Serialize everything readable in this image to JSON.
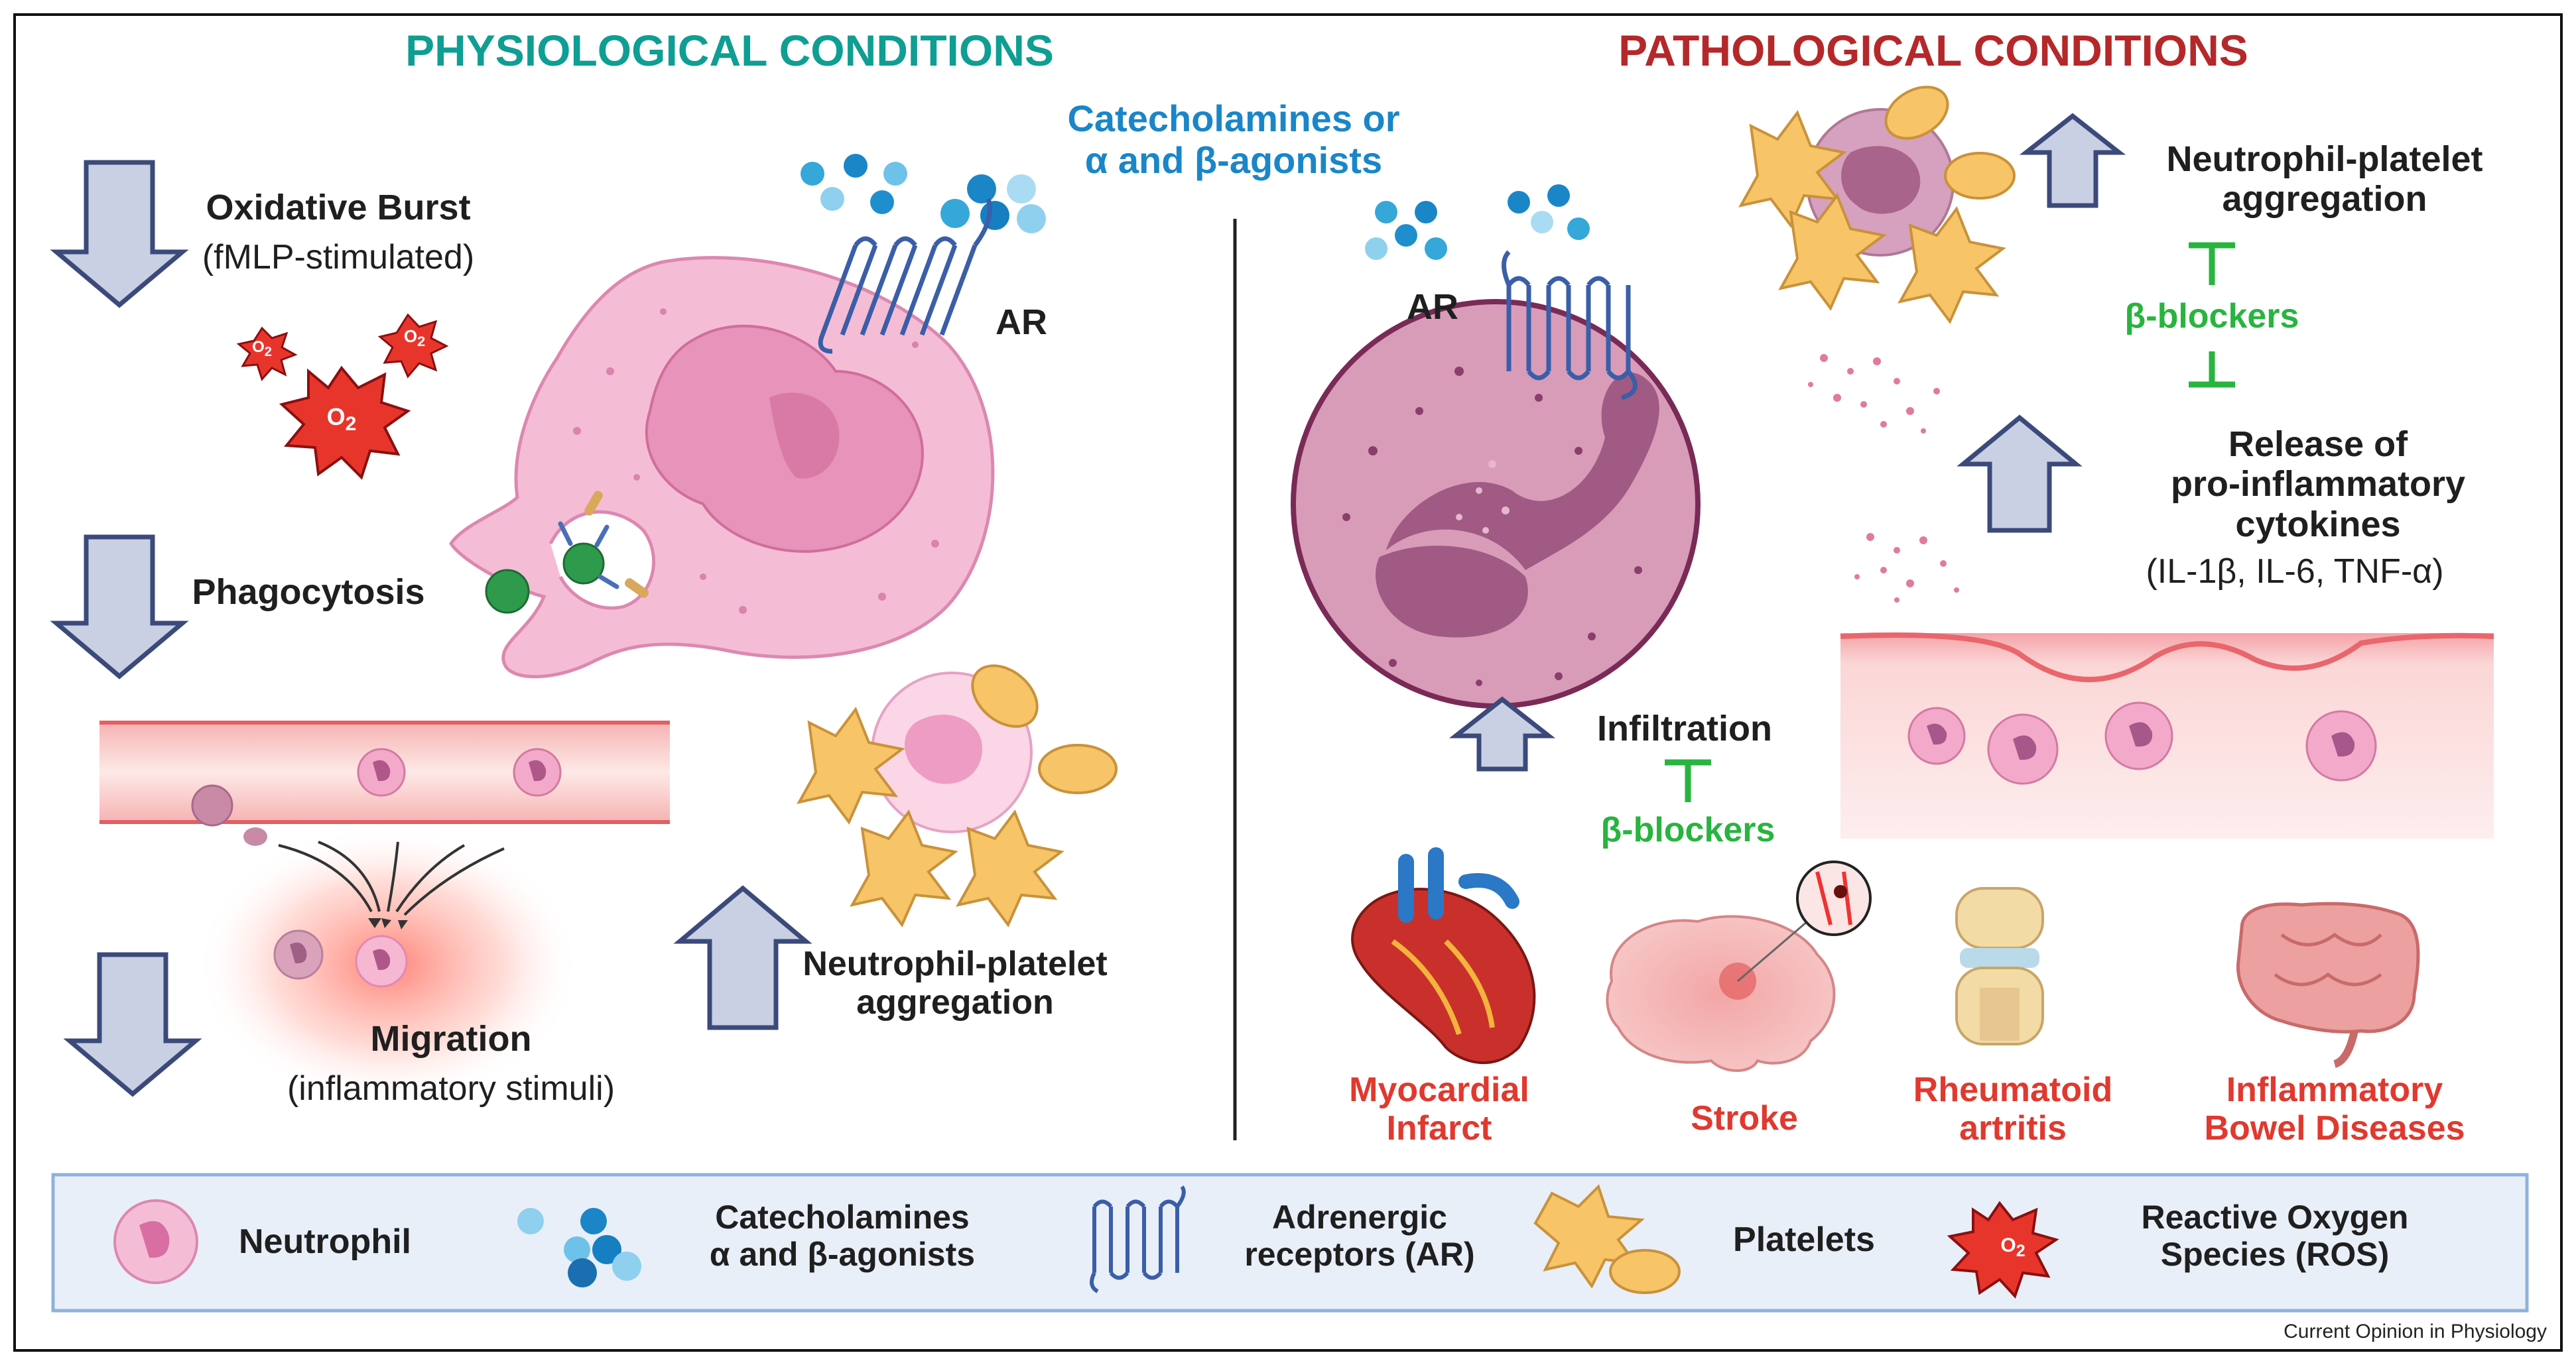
{
  "colors": {
    "physio_title": "#0f9e93",
    "patho_title": "#b5282a",
    "agonist_blue": "#1a86c8",
    "blocker_green": "#28b43f",
    "disease_red": "#e0392f",
    "text_dark": "#1f1f1f",
    "arrow_fill": "#c9d0e4",
    "arrow_stroke": "#3b4a7a",
    "receptor_blue": "#4a6fb8",
    "legend_bg": "#e9eff8",
    "legend_border": "#8fb1dc"
  },
  "titles": {
    "physiological": "PHYSIOLOGICAL CONDITIONS",
    "pathological": "PATHOLOGICAL CONDITIONS",
    "center": "Catecholamines or\nα and β-agonists"
  },
  "physiological": {
    "oxidative_burst": "Oxidative Burst",
    "oxidative_burst_sub": "(fMLP-stimulated)",
    "phagocytosis": "Phagocytosis",
    "migration": "Migration",
    "migration_sub": "(inflammatory stimuli)",
    "aggregation": "Neutrophil-platelet\naggregation",
    "ar_label": "AR",
    "ros_label": "O",
    "ros_sub": "2"
  },
  "pathological": {
    "aggregation": "Neutrophil-platelet\naggregation",
    "blockers_top": "β-blockers",
    "release": "Release of\npro-inflammatory\ncytokines",
    "cytokines": "(IL-1β, IL-6, TNF-α)",
    "infiltration": "Infiltration",
    "blockers_bottom": "β-blockers",
    "ar_label": "AR",
    "diseases": [
      {
        "label": "Myocardial\nInfarct",
        "icon": "heart-icon"
      },
      {
        "label": "Stroke",
        "icon": "brain-icon"
      },
      {
        "label": "Rheumatoid\nartritis",
        "icon": "joint-icon"
      },
      {
        "label": "Inflammatory\nBowel Diseases",
        "icon": "intestine-icon"
      }
    ]
  },
  "legend": {
    "neutrophil": "Neutrophil",
    "catecholamines": "Catecholamines\nα and β-agonists",
    "receptors": "Adrenergic\nreceptors (AR)",
    "platelets": "Platelets",
    "ros": "Reactive Oxygen\nSpecies (ROS)"
  },
  "credit": "Current Opinion in Physiology"
}
